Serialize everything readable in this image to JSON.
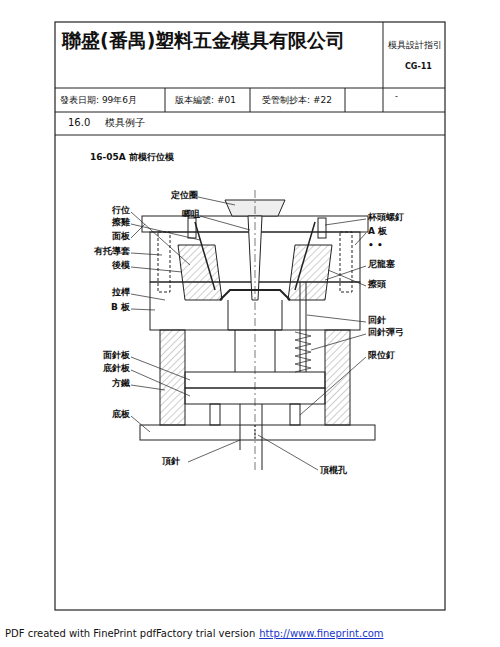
{
  "diagram": {
    "title": "聯盛(番禺)塑料五金模具有限公司",
    "labels": [
      "模具設計指引",
      "CG-11",
      "發表日期: 99年6月",
      "版本編號: #01",
      "受管制抄本: #22",
      "-",
      "16.0",
      "模具例子",
      "16-05A  前模行位模",
      "定位圈",
      "唧咀",
      "行位",
      "擦雞",
      "面板",
      "有托導套",
      "後模",
      "拉桿",
      "B 板",
      "面針板",
      "底針板",
      "方鐵",
      "底板",
      "頂針",
      "頂棍孔",
      "杯頭螺釘",
      "A 板",
      "• •",
      "尼龍塞",
      "擦頭",
      "回針",
      "回針彈弓",
      "限位釘",
      "PDF created with FinePrint pdfFactory trial version",
      "http://www.fineprint.com"
    ]
  }
}
